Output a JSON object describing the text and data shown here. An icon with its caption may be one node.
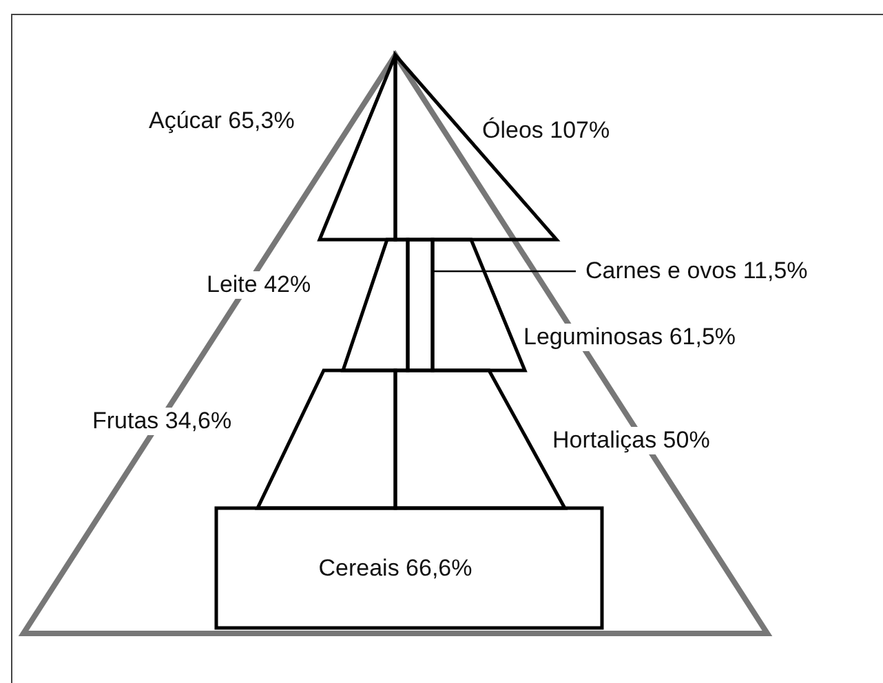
{
  "diagram": {
    "nodes": [
      {
        "text": [
          "Açúcar 65,3%"
        ]
      },
      {
        "text": [
          "Óleos 107%"
        ]
      },
      {
        "text": [
          "Leite 42%"
        ]
      },
      {
        "text": [],
        "shape": "bar"
      },
      {
        "text": [
          "Leguminosas 61,5%"
        ]
      },
      {
        "text": [
          "Frutas 34,6%"
        ]
      },
      {
        "text": [
          "Hortaliças 50%"
        ]
      },
      {
        "text": [
          "Cereais 66,6%"
        ]
      },
      {
        "text": [
          "Carnes e ovos 11,5%"
        ]
      }
    ],
    "edges": [
      {
        "from": 8,
        "to": 3,
        "arrow": "none"
      }
    ]
  }
}
